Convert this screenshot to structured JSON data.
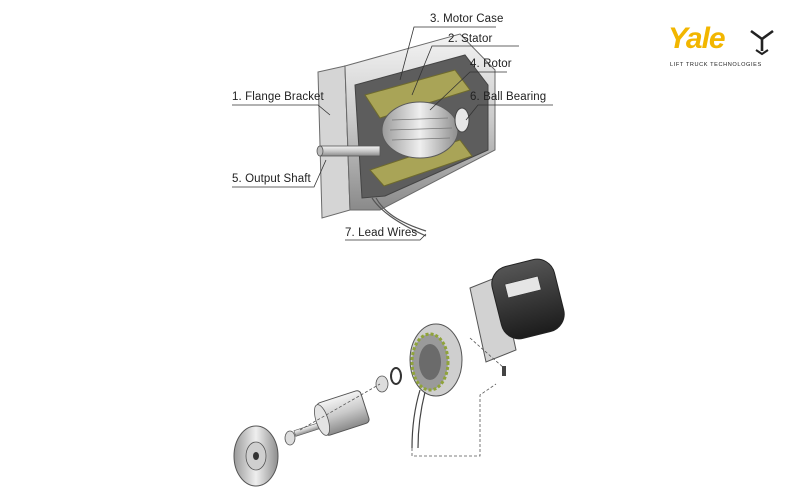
{
  "brand": {
    "name": "Yale",
    "tagline": "LIFT TRUCK TECHNOLOGIES",
    "color": "#f2b600"
  },
  "labels": {
    "motor_case": "3. Motor Case",
    "stator": "2. Stator",
    "rotor": "4. Rotor",
    "flange_bracket": "1. Flange Bracket",
    "ball_bearing": "6. Ball Bearing",
    "output_shaft": "5. Output Shaft",
    "lead_wires": "7. Lead Wires"
  }
}
